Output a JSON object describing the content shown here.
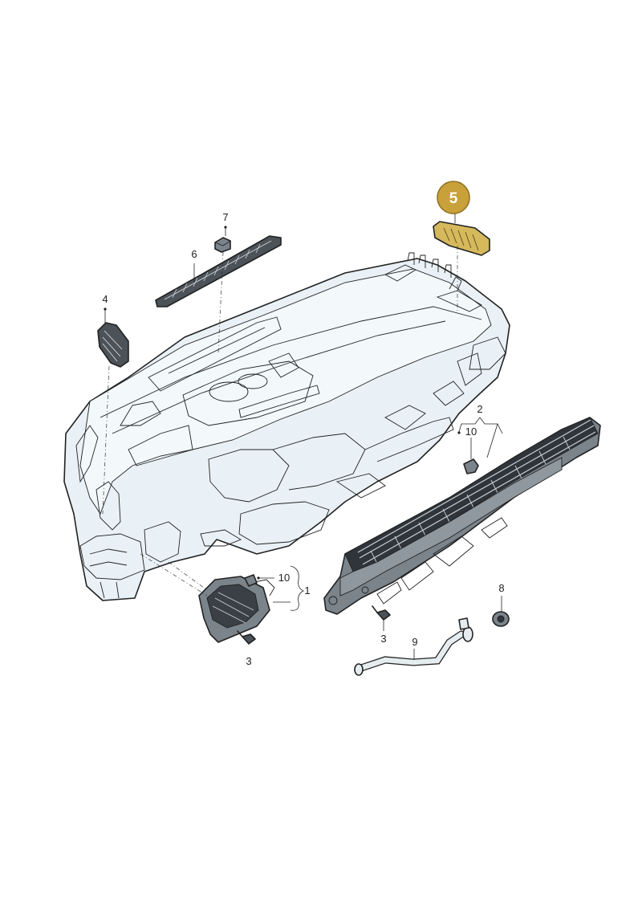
{
  "callouts": {
    "p1": "1",
    "p2": "2",
    "p3a": "3",
    "p3b": "3",
    "p4": "4",
    "p5": "5",
    "p6": "6",
    "p7": "7",
    "p8": "8",
    "p9": "9",
    "p10a": "10",
    "p10b": "10"
  },
  "colors": {
    "highlight_badge": "#c9a13a",
    "highlight_part": "#d6b95c",
    "panel_fill": "#e9f1f6",
    "outline": "#222222"
  }
}
